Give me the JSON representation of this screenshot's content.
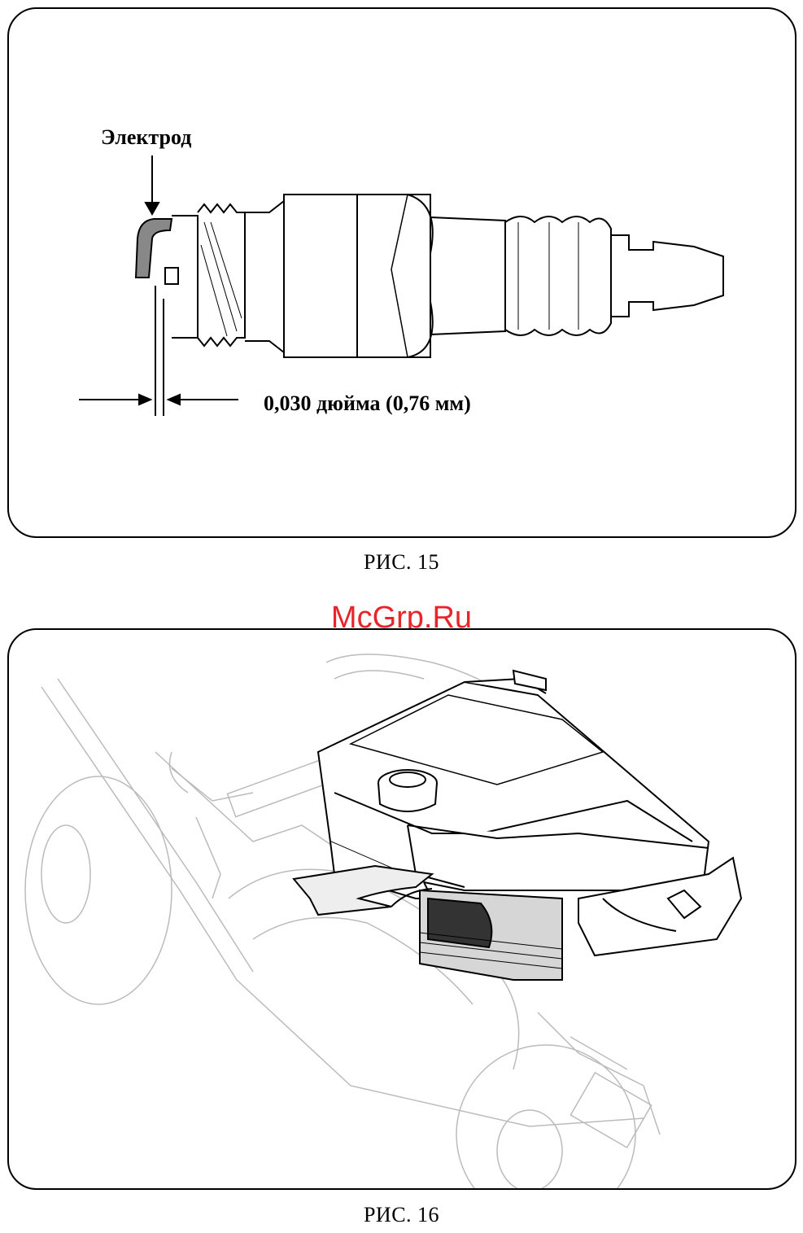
{
  "watermark": "McGrp.Ru",
  "figures": [
    {
      "caption": "РИС. 15",
      "labels": {
        "electrode": "Электрод",
        "gap": "0,030 дюйма (0,76 мм)"
      }
    },
    {
      "caption": "РИС. 16"
    }
  ]
}
